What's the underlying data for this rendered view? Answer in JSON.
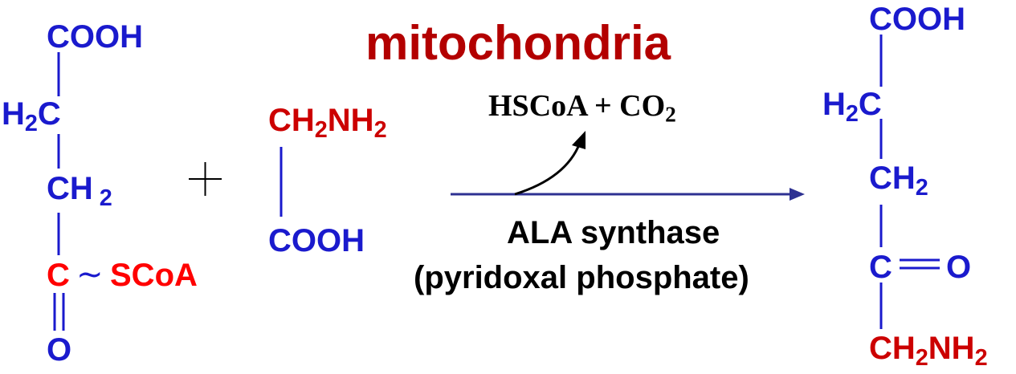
{
  "title": "mitochondria",
  "plus_sign": "+",
  "succinyl_coa": {
    "cooh": "COOH",
    "h2c_h": "H",
    "h2c_sub": "2",
    "h2c_c": "C",
    "ch2_ch": "CH",
    "ch2_sub": "2",
    "carbonyl_c": "C",
    "tilde": "~",
    "scoa": "SCoA",
    "oxygen": "O"
  },
  "glycine": {
    "ch": "CH",
    "sub1": "2",
    "nh": "NH",
    "sub2": "2",
    "cooh": "COOH"
  },
  "byproducts": {
    "text": "HSCoA + CO",
    "sub": "2"
  },
  "enzyme": {
    "name": "ALA synthase",
    "cofactor": "(pyridoxal phosphate)"
  },
  "product": {
    "cooh": "COOH",
    "h2c_h": "H",
    "h2c_sub": "2",
    "h2c_c": "C",
    "ch2_ch": "CH",
    "ch2_sub": "2",
    "carbonyl_c": "C",
    "oxygen": "O",
    "amine_ch": "CH",
    "amine_sub1": "2",
    "amine_nh": "NH",
    "amine_sub2": "2"
  },
  "colors": {
    "backbone": "#1a1acd",
    "reactive_group": "#ff0000",
    "amine_group": "#cc0000",
    "title": "#b30000",
    "arrow": "#2e3192",
    "text": "#000000"
  }
}
